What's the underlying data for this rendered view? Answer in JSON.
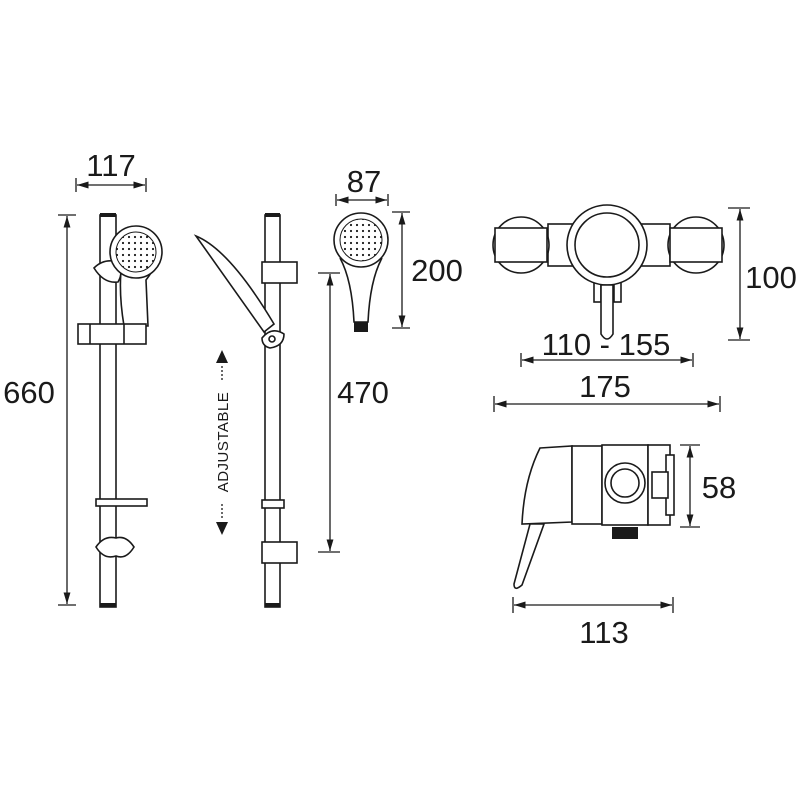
{
  "drawing": {
    "line_color": "#1a1a1a",
    "background": "#ffffff",
    "dimensions": {
      "rail_width": "117",
      "rail_height": "660",
      "handset_width": "87",
      "handset_height": "200",
      "bracket_span": "470",
      "valve_height": "100",
      "inlet_centres": "110 - 155",
      "valve_width": "175",
      "valve_depth_body": "58",
      "valve_depth_total": "113"
    },
    "adjustable_label": "ADJUSTABLE"
  }
}
